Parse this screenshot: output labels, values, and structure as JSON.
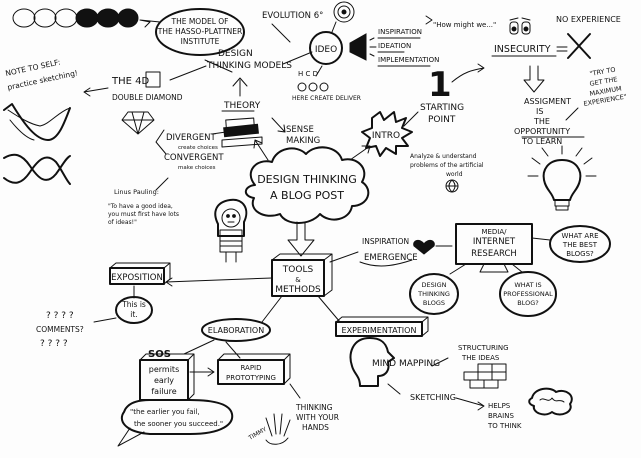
{
  "center": {
    "line1": "DESIGN THINKING",
    "line2": "A BLOG POST"
  },
  "hpi": {
    "line1": "THE MODEL OF",
    "line2": "THE HASSO-PLATTNER",
    "line3": "INSTITUTE"
  },
  "design_thinking_models": {
    "label1": "DESIGN",
    "label2": "THINKING MODELS"
  },
  "evolution": "EVOLUTION 6°",
  "ideo": {
    "label": "IDEO",
    "inspiration": "INSPIRATION",
    "ideation": "IDEATION",
    "implementation": "IMPLEMENTATION",
    "how_might_we": "\"How might we...\"",
    "hcd": "H C D",
    "here_create_deliver": "HERE CREATE DELIVER"
  },
  "four_d": {
    "label": "THE 4D",
    "sub": "DOUBLE DIAMOND"
  },
  "note_to_self": {
    "line1": "NOTE TO SELF:",
    "line2": "practice sketching!"
  },
  "theory": "THEORY",
  "divergent": {
    "label": "DIVERGENT",
    "sub": "create choices"
  },
  "convergent": {
    "label": "CONVERGENT",
    "sub": "make choices"
  },
  "sense_making": {
    "line1": "SENSE",
    "line2": "MAKING"
  },
  "intro": "INTRO",
  "starting_point": {
    "number": "1",
    "line1": "STARTING",
    "line2": "POINT"
  },
  "insecurity": "INSECURITY",
  "no_experience": "NO EXPERIENCE",
  "assignment": {
    "line1": "ASSIGMENT",
    "line2": "IS",
    "line3": "THE",
    "line4": "OPPORTUNITY",
    "line5": "TO LEARN"
  },
  "try_to_get": {
    "line1": "\"TRY TO",
    "line2": "GET THE",
    "line3": "MAXIMUM",
    "line4": "EXPERIENCE\""
  },
  "analyze": {
    "line1": "Analyze & understand",
    "line2": "problems of the artificial",
    "line3": "world"
  },
  "pauling_quote": {
    "line1": "Linus Pauling:",
    "line2": "\"To have a good idea,",
    "line3": "you must first have lots",
    "line4": "of ideas!\""
  },
  "tools_methods": {
    "line1": "TOOLS",
    "line2": "&",
    "line3": "METHODS"
  },
  "inspiration_emergence": {
    "line1": "INSPIRATION",
    "line2": "EMERGENCE"
  },
  "media_research": {
    "line1": "MEDIA/",
    "line2": "INTERNET",
    "line3": "RESEARCH"
  },
  "best_blogs": {
    "line1": "WHAT ARE",
    "line2": "THE BEST",
    "line3": "BLOGS?"
  },
  "design_thinking_blogs": {
    "line1": "DESIGN",
    "line2": "THINKING",
    "line3": "BLOGS"
  },
  "professional_blog": {
    "line1": "WHAT IS",
    "line2": "PROFESSIONAL",
    "line3": "BLOG?"
  },
  "exposition": "EXPOSITION",
  "this_is_it": {
    "line1": "This is",
    "line2": "it."
  },
  "comments": "COMMENTS?",
  "question_marks": "? ? ? ?",
  "elaboration": "ELABORATION",
  "experimentation": "EXPERIMENTATION",
  "mind_mapping": "MIND MAPPING",
  "structuring": {
    "line1": "STRUCTURING",
    "line2": "THE IDEAS"
  },
  "sketching": "SKETCHING",
  "helps_brains": {
    "line1": "HELPS",
    "line2": "BRAINS",
    "line3": "TO THINK"
  },
  "sos": "SOS",
  "permits_failure": {
    "line1": "permits",
    "line2": "early",
    "line3": "failure"
  },
  "rapid_prototyping": {
    "line1": "RAPID",
    "line2": "PROTOTYPING"
  },
  "thinking_hands": {
    "line1": "THINKING",
    "line2": "WITH YOUR",
    "line3": "HANDS"
  },
  "fail_quote": {
    "line1": "\"the earlier you fail,",
    "line2": "the sooner you succeed.\""
  },
  "timmy_label": "TIMMY"
}
